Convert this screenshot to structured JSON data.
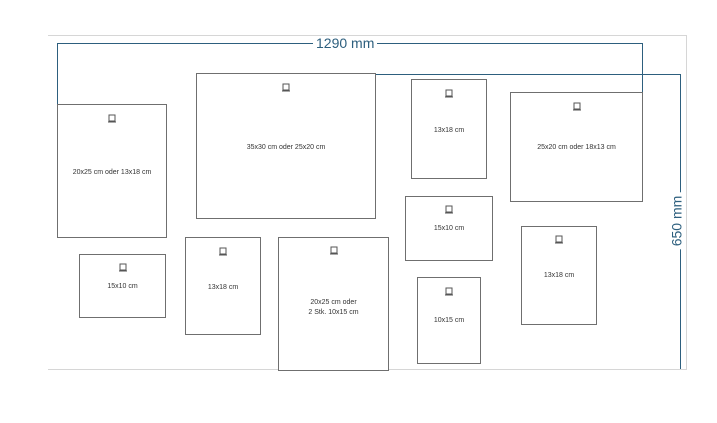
{
  "dimensions": {
    "width_label": "1290 mm",
    "height_label": "650 mm"
  },
  "frames": [
    {
      "id": "f1",
      "label": "20x25 cm  oder  13x18 cm"
    },
    {
      "id": "f2",
      "label": "35x30 cm oder 25x20 cm"
    },
    {
      "id": "f3",
      "label": "13x18 cm"
    },
    {
      "id": "f4",
      "label": "25x20 cm oder  18x13 cm"
    },
    {
      "id": "f5",
      "label": "15x10 cm"
    },
    {
      "id": "f6",
      "label": "13x18 cm"
    },
    {
      "id": "f7",
      "label": "20x25  cm  oder\n2 Stk. 10x15 cm"
    },
    {
      "id": "f8",
      "label": "15x10 cm"
    },
    {
      "id": "f9",
      "label": "10x15 cm"
    },
    {
      "id": "f10",
      "label": "13x18 cm"
    }
  ],
  "colors": {
    "dimension": "#2d5f7e",
    "frame_border": "#6f6f6f",
    "wall_line": "#d6d6d6"
  },
  "icons": {
    "hook": "picture-hook-icon"
  }
}
